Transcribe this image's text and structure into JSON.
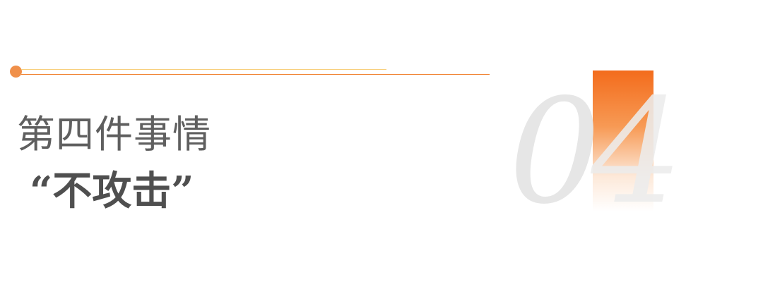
{
  "heading": {
    "title": "第四件事情",
    "subtitle": "“不攻击”"
  },
  "number_badge": {
    "digit_zero": "0",
    "digit_four": "4"
  },
  "colors": {
    "accent_orange": "#f36c1c",
    "accent_light": "#f8cf7c",
    "text_gray": "#5f5f5f",
    "number_gray": "#e6e6e6"
  }
}
